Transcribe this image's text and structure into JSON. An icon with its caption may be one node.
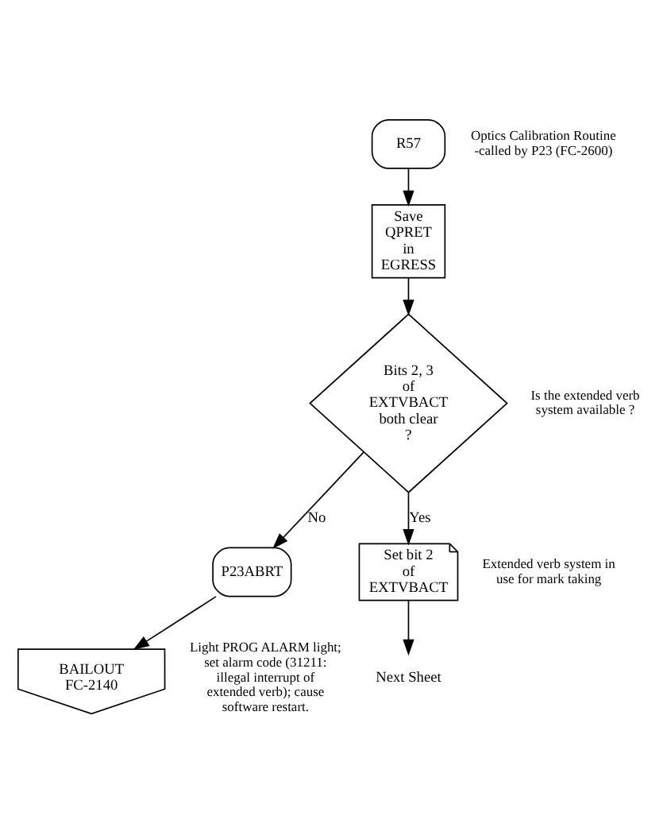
{
  "diagram": {
    "nodes": [
      {
        "text": [
          "R57"
        ],
        "beside": [
          "Optics Calibration Routine -called by P23 (FC-2600)"
        ]
      },
      {
        "text": [
          "Save QPRET in EGRESS"
        ]
      },
      {
        "text": [
          "Bits 2, 3 of EXTVBACT both clear ?"
        ],
        "beside": [
          "Is the extended verb system available ?"
        ]
      },
      {
        "text": [
          "P23ABRT"
        ]
      },
      {
        "text": [
          "BAILOUT",
          "FC-2140"
        ],
        "beside": [
          "Light PROG ALARM light; set alarm code (31211: illegal interrupt of extended verb); cause software restart."
        ]
      },
      {
        "text": [
          "Set bit 2 of EXTVBACT"
        ],
        "beside": [
          "Extended verb system in use for mark taking"
        ]
      },
      {
        "text": [
          "Next Sheet"
        ]
      }
    ],
    "edges": [
      {
        "from": 0,
        "to": 1,
        "arrow": "to"
      },
      {
        "from": 1,
        "to": 2,
        "arrow": "to"
      },
      {
        "from": 2,
        "to": 3,
        "arrow": "to",
        "label": "No"
      },
      {
        "from": 3,
        "to": 4,
        "arrow": "to"
      },
      {
        "from": 2,
        "to": 5,
        "arrow": "to",
        "label": "Yes"
      },
      {
        "from": 5,
        "to": 6,
        "arrow": "to"
      }
    ]
  }
}
